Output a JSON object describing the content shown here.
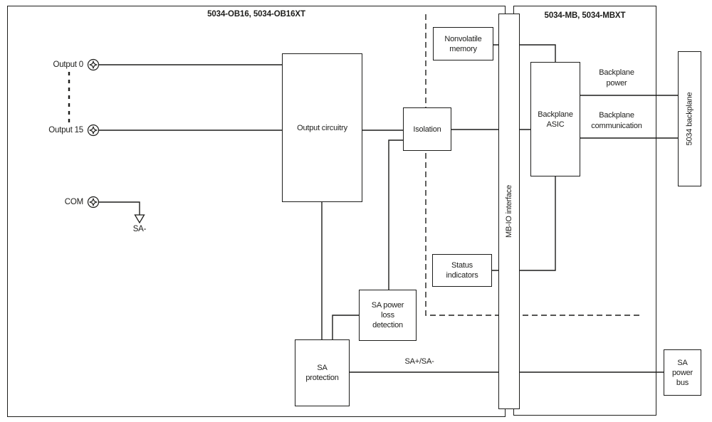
{
  "colors": {
    "line": "#1d1d1b",
    "background": "#ffffff"
  },
  "modules": {
    "io_module": {
      "title": "5034-OB16, 5034-OB16XT"
    },
    "base_module": {
      "title": "5034-MB, 5034-MBXT"
    }
  },
  "terminals": [
    {
      "label": "Output 0"
    },
    {
      "label": "Output 15"
    },
    {
      "label": "COM"
    }
  ],
  "ground_label": "SA-",
  "blocks": {
    "output_circuitry": "Output circuitry",
    "isolation": "Isolation",
    "nonvolatile_memory": "Nonvolatile memory",
    "mb_io_interface": "MB-IO interface",
    "backplane_asic": "Backplane ASIC",
    "status_indicators": "Status indicators",
    "sa_power_loss_detection": "SA power loss detection",
    "sa_protection": "SA protection",
    "backplane_5034": "5034 backplane",
    "sa_power_bus": "SA power bus"
  },
  "wire_labels": {
    "backplane_power": "Backplane power",
    "backplane_communication": "Backplane communication",
    "sa_bus": "SA+/SA-"
  },
  "icons": {
    "screw_terminal": "screw-terminal-icon",
    "ground": "ground-arrow-icon"
  }
}
